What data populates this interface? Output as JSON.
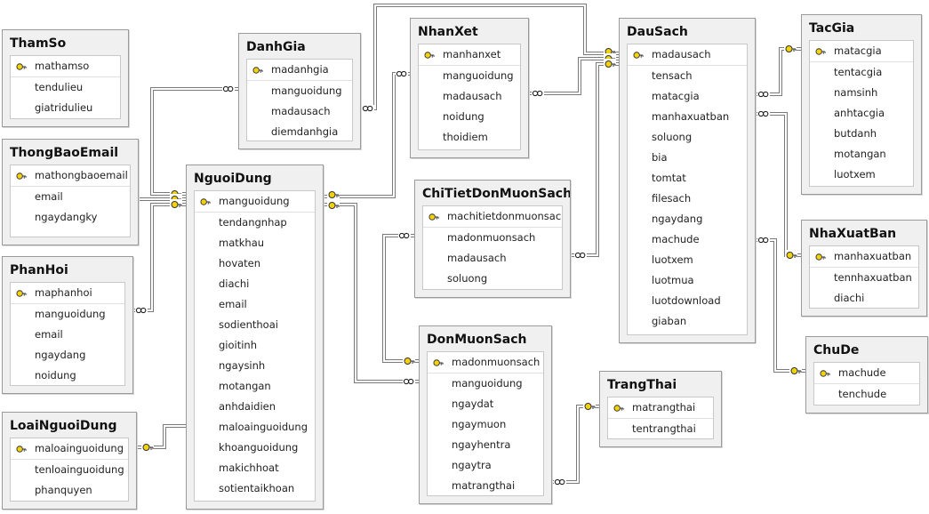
{
  "tables": [
    {
      "id": "ThamSo",
      "title": "ThamSo",
      "columns": [
        {
          "name": "mathamso",
          "pk": true
        },
        {
          "name": "tendulieu"
        },
        {
          "name": "giatridulieu"
        }
      ]
    },
    {
      "id": "ThongBaoEmail",
      "title": "ThongBaoEmail",
      "columns": [
        {
          "name": "mathongbaoemail",
          "pk": true
        },
        {
          "name": "email"
        },
        {
          "name": "ngaydangky"
        }
      ]
    },
    {
      "id": "PhanHoi",
      "title": "PhanHoi",
      "columns": [
        {
          "name": "maphanhoi",
          "pk": true
        },
        {
          "name": "manguoidung"
        },
        {
          "name": "email"
        },
        {
          "name": "ngaydang"
        },
        {
          "name": "noidung"
        }
      ]
    },
    {
      "id": "LoaiNguoiDung",
      "title": "LoaiNguoiDung",
      "columns": [
        {
          "name": "maloainguoidung",
          "pk": true
        },
        {
          "name": "tenloainguoidung"
        },
        {
          "name": "phanquyen"
        }
      ]
    },
    {
      "id": "DanhGia",
      "title": "DanhGia",
      "columns": [
        {
          "name": "madanhgia",
          "pk": true
        },
        {
          "name": "manguoidung"
        },
        {
          "name": "madausach"
        },
        {
          "name": "diemdanhgia"
        }
      ]
    },
    {
      "id": "NguoiDung",
      "title": "NguoiDung",
      "columns": [
        {
          "name": "manguoidung",
          "pk": true
        },
        {
          "name": "tendangnhap"
        },
        {
          "name": "matkhau"
        },
        {
          "name": "hovaten"
        },
        {
          "name": "diachi"
        },
        {
          "name": "email"
        },
        {
          "name": "sodienthoai"
        },
        {
          "name": "gioitinh"
        },
        {
          "name": "ngaysinh"
        },
        {
          "name": "motangan"
        },
        {
          "name": "anhdaidien"
        },
        {
          "name": "maloainguoidung"
        },
        {
          "name": "khoanguoidung"
        },
        {
          "name": "makichhoat"
        },
        {
          "name": "sotientaikhoan"
        }
      ]
    },
    {
      "id": "NhanXet",
      "title": "NhanXet",
      "columns": [
        {
          "name": "manhanxet",
          "pk": true
        },
        {
          "name": "manguoidung"
        },
        {
          "name": "madausach"
        },
        {
          "name": "noidung"
        },
        {
          "name": "thoidiem"
        }
      ]
    },
    {
      "id": "ChiTietDonMuonSach",
      "title": "ChiTietDonMuonSach",
      "columns": [
        {
          "name": "machitietdonmuonsach",
          "pk": true
        },
        {
          "name": "madonmuonsach"
        },
        {
          "name": "madausach"
        },
        {
          "name": "soluong"
        }
      ]
    },
    {
      "id": "DonMuonSach",
      "title": "DonMuonSach",
      "columns": [
        {
          "name": "madonmuonsach",
          "pk": true
        },
        {
          "name": "manguoidung"
        },
        {
          "name": "ngaydat"
        },
        {
          "name": "ngaymuon"
        },
        {
          "name": "ngayhentra"
        },
        {
          "name": "ngaytra"
        },
        {
          "name": "matrangthai"
        }
      ]
    },
    {
      "id": "TrangThai",
      "title": "TrangThai",
      "columns": [
        {
          "name": "matrangthai",
          "pk": true
        },
        {
          "name": "tentrangthai"
        }
      ]
    },
    {
      "id": "DauSach",
      "title": "DauSach",
      "columns": [
        {
          "name": "madausach",
          "pk": true
        },
        {
          "name": "tensach"
        },
        {
          "name": "matacgia"
        },
        {
          "name": "manhaxuatban"
        },
        {
          "name": "soluong"
        },
        {
          "name": "bia"
        },
        {
          "name": "tomtat"
        },
        {
          "name": "filesach"
        },
        {
          "name": "ngaydang"
        },
        {
          "name": "machude"
        },
        {
          "name": "luotxem"
        },
        {
          "name": "luotmua"
        },
        {
          "name": "luotdownload"
        },
        {
          "name": "giaban"
        }
      ]
    },
    {
      "id": "TacGia",
      "title": "TacGia",
      "columns": [
        {
          "name": "matacgia",
          "pk": true
        },
        {
          "name": "tentacgia"
        },
        {
          "name": "namsinh"
        },
        {
          "name": "anhtacgia"
        },
        {
          "name": "butdanh"
        },
        {
          "name": "motangan"
        },
        {
          "name": "luotxem"
        }
      ]
    },
    {
      "id": "NhaXuatBan",
      "title": "NhaXuatBan",
      "columns": [
        {
          "name": "manhaxuatban",
          "pk": true
        },
        {
          "name": "tennhaxuatban"
        },
        {
          "name": "diachi"
        }
      ]
    },
    {
      "id": "ChuDe",
      "title": "ChuDe",
      "columns": [
        {
          "name": "machude",
          "pk": true
        },
        {
          "name": "tenchude"
        }
      ]
    }
  ],
  "relationships": [
    {
      "id": "DanhGia-NguoiDung",
      "from": "DanhGia",
      "to": "NguoiDung"
    },
    {
      "id": "ThongBaoEmail-NguoiDung",
      "from": "ThongBaoEmail",
      "to": "NguoiDung"
    },
    {
      "id": "PhanHoi-NguoiDung",
      "from": "PhanHoi",
      "to": "NguoiDung"
    },
    {
      "id": "NguoiDung-LoaiNguoiDung",
      "from": "NguoiDung",
      "to": "LoaiNguoiDung"
    },
    {
      "id": "NhanXet-NguoiDung",
      "from": "NhanXet",
      "to": "NguoiDung"
    },
    {
      "id": "DonMuonSach-NguoiDung",
      "from": "DonMuonSach",
      "to": "NguoiDung"
    },
    {
      "id": "ChiTietDonMuonSach-DonMuonSach",
      "from": "ChiTietDonMuonSach",
      "to": "DonMuonSach"
    },
    {
      "id": "DonMuonSach-TrangThai",
      "from": "DonMuonSach",
      "to": "TrangThai"
    },
    {
      "id": "DanhGia-DauSach",
      "from": "DanhGia",
      "to": "DauSach"
    },
    {
      "id": "NhanXet-DauSach",
      "from": "NhanXet",
      "to": "DauSach"
    },
    {
      "id": "ChiTietDonMuonSach-DauSach",
      "from": "ChiTietDonMuonSach",
      "to": "DauSach"
    },
    {
      "id": "DauSach-TacGia",
      "from": "DauSach",
      "to": "TacGia"
    },
    {
      "id": "DauSach-NhaXuatBan",
      "from": "DauSach",
      "to": "NhaXuatBan"
    },
    {
      "id": "DauSach-ChuDe",
      "from": "DauSach",
      "to": "ChuDe"
    }
  ],
  "colors": {
    "key_icon": "#f2d20a",
    "line": "#7a7a7a",
    "header_bg": "#f0f0f0",
    "border": "#9a9a9a"
  }
}
